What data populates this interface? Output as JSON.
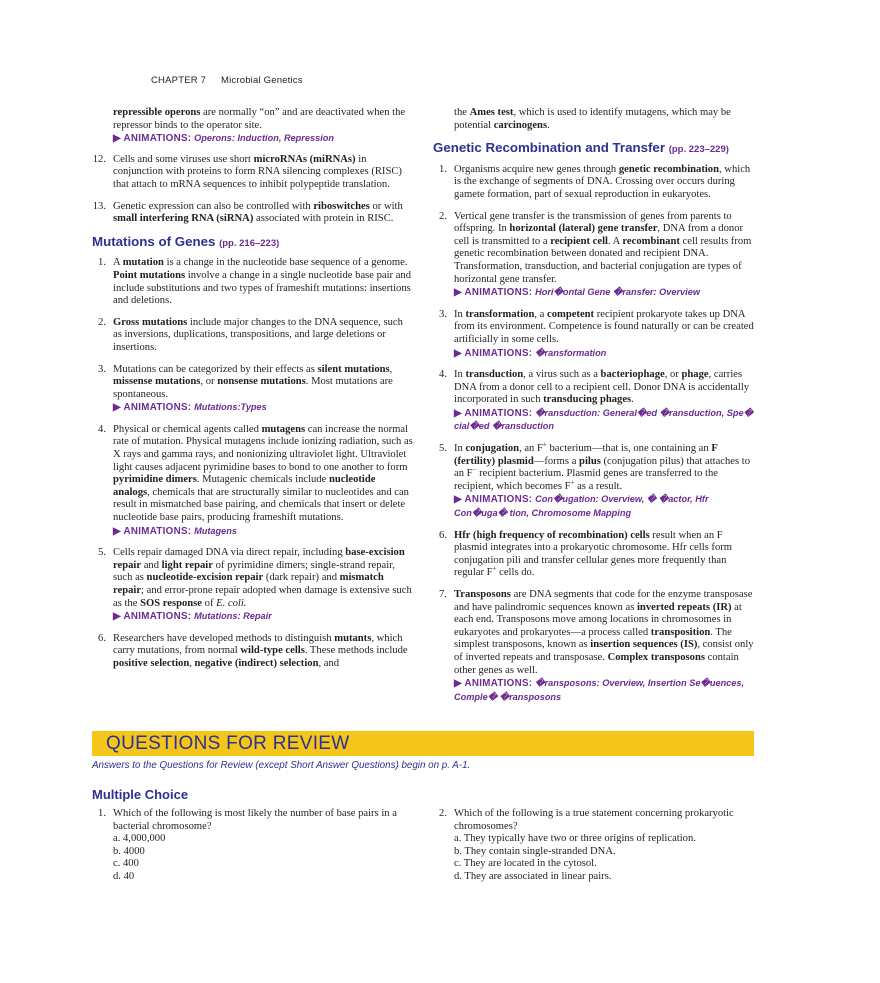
{
  "header": {
    "chapter": "CHAPTER 7",
    "title": "Microbial Genetics"
  },
  "left": {
    "cont": {
      "bold": "repressible operons",
      "rest": " are normally “on” and are deactivated when the repressor binds to the operator site."
    },
    "anim_label": "▶ ANIMATIONS:",
    "cont_anim": "Operons: Induction, Repression",
    "item12": {
      "num": "12.",
      "a": "Cells and some viruses use short ",
      "b": "microRNAs (miRNAs)",
      "c": " in conjunction with proteins to form RNA silencing complexes (RISC) that attach to mRNA sequences to inhibit polypeptide translation."
    },
    "item13": {
      "num": "13.",
      "a": "Genetic expression can also be controlled with ",
      "b": "riboswitches",
      "c": " or with ",
      "d": "small interfering RNA (siRNA)",
      "e": " associated with protein in RISC."
    },
    "sec_title": "Mutations of Genes",
    "sec_pages": "(pp. 216–223)",
    "m1": {
      "num": "1.",
      "a": "A ",
      "b": "mutation",
      "c": " is a change in the nucleotide base sequence of a genome. ",
      "d": "Point mutations",
      "e": " involve a change in a single nucleotide base pair and include substitutions and two types of frameshift mutations: insertions and deletions."
    },
    "m2": {
      "num": "2.",
      "b": "Gross mutations",
      "c": " include major changes to the DNA sequence, such as inversions, duplications, transpositions, and large deletions or insertions."
    },
    "m3": {
      "num": "3.",
      "a": "Mutations can be categorized by their effects as ",
      "b": "silent mutations",
      "c": ", ",
      "d": "missense mutations",
      "e": ", or ",
      "f": "nonsense mutations",
      "g": ". Most mutations are spontaneous.",
      "anim": "Mutations:Types"
    },
    "m4": {
      "num": "4.",
      "a": "Physical or chemical agents called ",
      "b": "mutagens",
      "c": " can increase the normal rate of mutation. Physical mutagens include ionizing radiation, such as X rays and gamma rays, and nonionizing ultraviolet light. Ultraviolet light causes adjacent pyrimidine bases to bond to one another to form ",
      "d": "pyrimidine dimers",
      "e": ". Mutagenic chemicals include ",
      "f": "nucleotide analogs",
      "g": ", chemicals that are structurally similar to nucleotides and can result in mismatched base pairing, and chemicals that insert or delete nucleotide base pairs, producing frameshift mutations.",
      "anim": "Mutagens"
    },
    "m5": {
      "num": "5.",
      "a": "Cells repair damaged DNA via direct repair, including ",
      "b": "base-excision repair",
      "c": " and ",
      "d": "light repair",
      "e": " of pyrimidine dimers; single-strand repair, such as ",
      "f": "nucleotide-excision repair",
      "g": " (dark repair) and ",
      "h": "mismatch repair",
      "i": "; and error-prone repair adopted when damage is extensive such as the ",
      "j": "SOS response",
      "k": " of ",
      "l": "E. coli.",
      "anim": "Mutations: Repair"
    },
    "m6": {
      "num": "6.",
      "a": "Researchers have developed methods to distinguish ",
      "b": "mutants",
      "c": ", which carry mutations, from normal ",
      "d": "wild-type cells",
      "e": ". These methods include ",
      "f": "positive selection",
      "g": ", ",
      "h": "negative (indirect) selection",
      "i": ", and"
    }
  },
  "right": {
    "cont": {
      "a": "the ",
      "b": "Ames test",
      "c": ", which is used to identify mutagens, which may be potential ",
      "d": "carcinogens",
      "e": "."
    },
    "sec_title": "Genetic Recombination and Transfer",
    "sec_pages": "(pp. 223–229)",
    "r1": {
      "num": "1.",
      "a": "Organisms acquire new genes through ",
      "b": "genetic recombination",
      "c": ", which is the exchange of segments of DNA. Crossing over occurs during gamete formation, part of sexual reproduction in eukaryotes."
    },
    "r2": {
      "num": "2.",
      "a": "Vertical gene transfer is the transmission of genes from parents to offspring. In ",
      "b": "horizontal (lateral) gene transfer",
      "c": ", DNA from a donor cell is transmitted to a ",
      "d": "recipient cell",
      "e": ". A ",
      "f": "recombinant",
      "g": " cell results from genetic recombination between donated and recipient DNA. Transformation, transduction, and bacterial conjugation are types of horizontal gene transfer.",
      "anim": "Hori�ontal Gene �ransfer: Overview"
    },
    "r3": {
      "num": "3.",
      "a": "In ",
      "b": "transformation",
      "c": ", a ",
      "d": "competent",
      "e": " recipient prokaryote takes up DNA from its environment. Competence is found naturally or can be created artificially in some cells.",
      "anim": "�ransformation"
    },
    "r4": {
      "num": "4.",
      "a": "In ",
      "b": "transduction",
      "c": ", a virus such as a ",
      "d": "bacteriophage",
      "e": ", or ",
      "f": "phage",
      "g": ", carries DNA from a donor cell to a recipient cell. Donor DNA is accidentally incorporated in such ",
      "h": "transducing phages",
      "i": ".",
      "anim": "�ransduction: General�ed �ransduction, Spe� cial�ed �ransduction"
    },
    "r5": {
      "num": "5.",
      "a": "In ",
      "b": "conjugation",
      "c": ", an F",
      "sup1": "+",
      "d": " bacterium—that is, one containing an ",
      "e": "F (fertility) plasmid",
      "f": "—forms a ",
      "g": "pilus",
      "h": " (conjugation pilus) that attaches to an F",
      "sup2": "−",
      "i": " recipient bacterium. Plasmid genes are transferred to the recipient, which becomes F",
      "sup3": "+",
      "j": " as a result.",
      "anim": "Con�ugation: Overview, � �actor, Hfr Con�uga� tion, Chromosome Mapping"
    },
    "r6": {
      "num": "6.",
      "b": "Hfr (high frequency of recombination) cells",
      "c": " result when an F plasmid integrates into a prokaryotic chromosome. Hfr cells form conjugation pili and transfer cellular genes more frequently than regular F",
      "sup": "+",
      "d": " cells do."
    },
    "r7": {
      "num": "7.",
      "b": "Transposons",
      "c": " are DNA segments that code for the enzyme transposase and have palindromic sequences known as ",
      "d": "inverted repeats (IR)",
      "e": " at each end. Transposons move among locations in chromosomes in eukaryotes and prokaryotes—a process called ",
      "f": "transposition",
      "g": ". The simplest transposons, known as ",
      "h": "insertion sequences (IS)",
      "i": ", consist only of inverted repeats and transposase. ",
      "j": "Complex transposons",
      "k": " contain other genes as well.",
      "anim": "�ransposons: Overview, Insertion Se�uences, Comple� �ransposons"
    }
  },
  "review": {
    "title": "QUESTIONS FOR REVIEW",
    "note": "Answers to the Questions for Review (except Short Answer Questions) begin on p. A-1.",
    "mc_title": "Multiple Choice",
    "q1": {
      "num": "1.",
      "stem": "Which of the following is most likely the number of base pairs in a bacterial chromosome?",
      "options": [
        "a. 4,000,000",
        "b. 4000",
        "c. 400",
        "d. 40"
      ]
    },
    "q2": {
      "num": "2.",
      "stem": "Which of the following is a true statement concerning prokaryotic chromosomes?",
      "options": [
        "a. They typically have two or three origins of replication.",
        "b. They contain single-stranded DNA.",
        "c. They are located in the cytosol.",
        "d. They are associated in linear pairs."
      ]
    }
  }
}
